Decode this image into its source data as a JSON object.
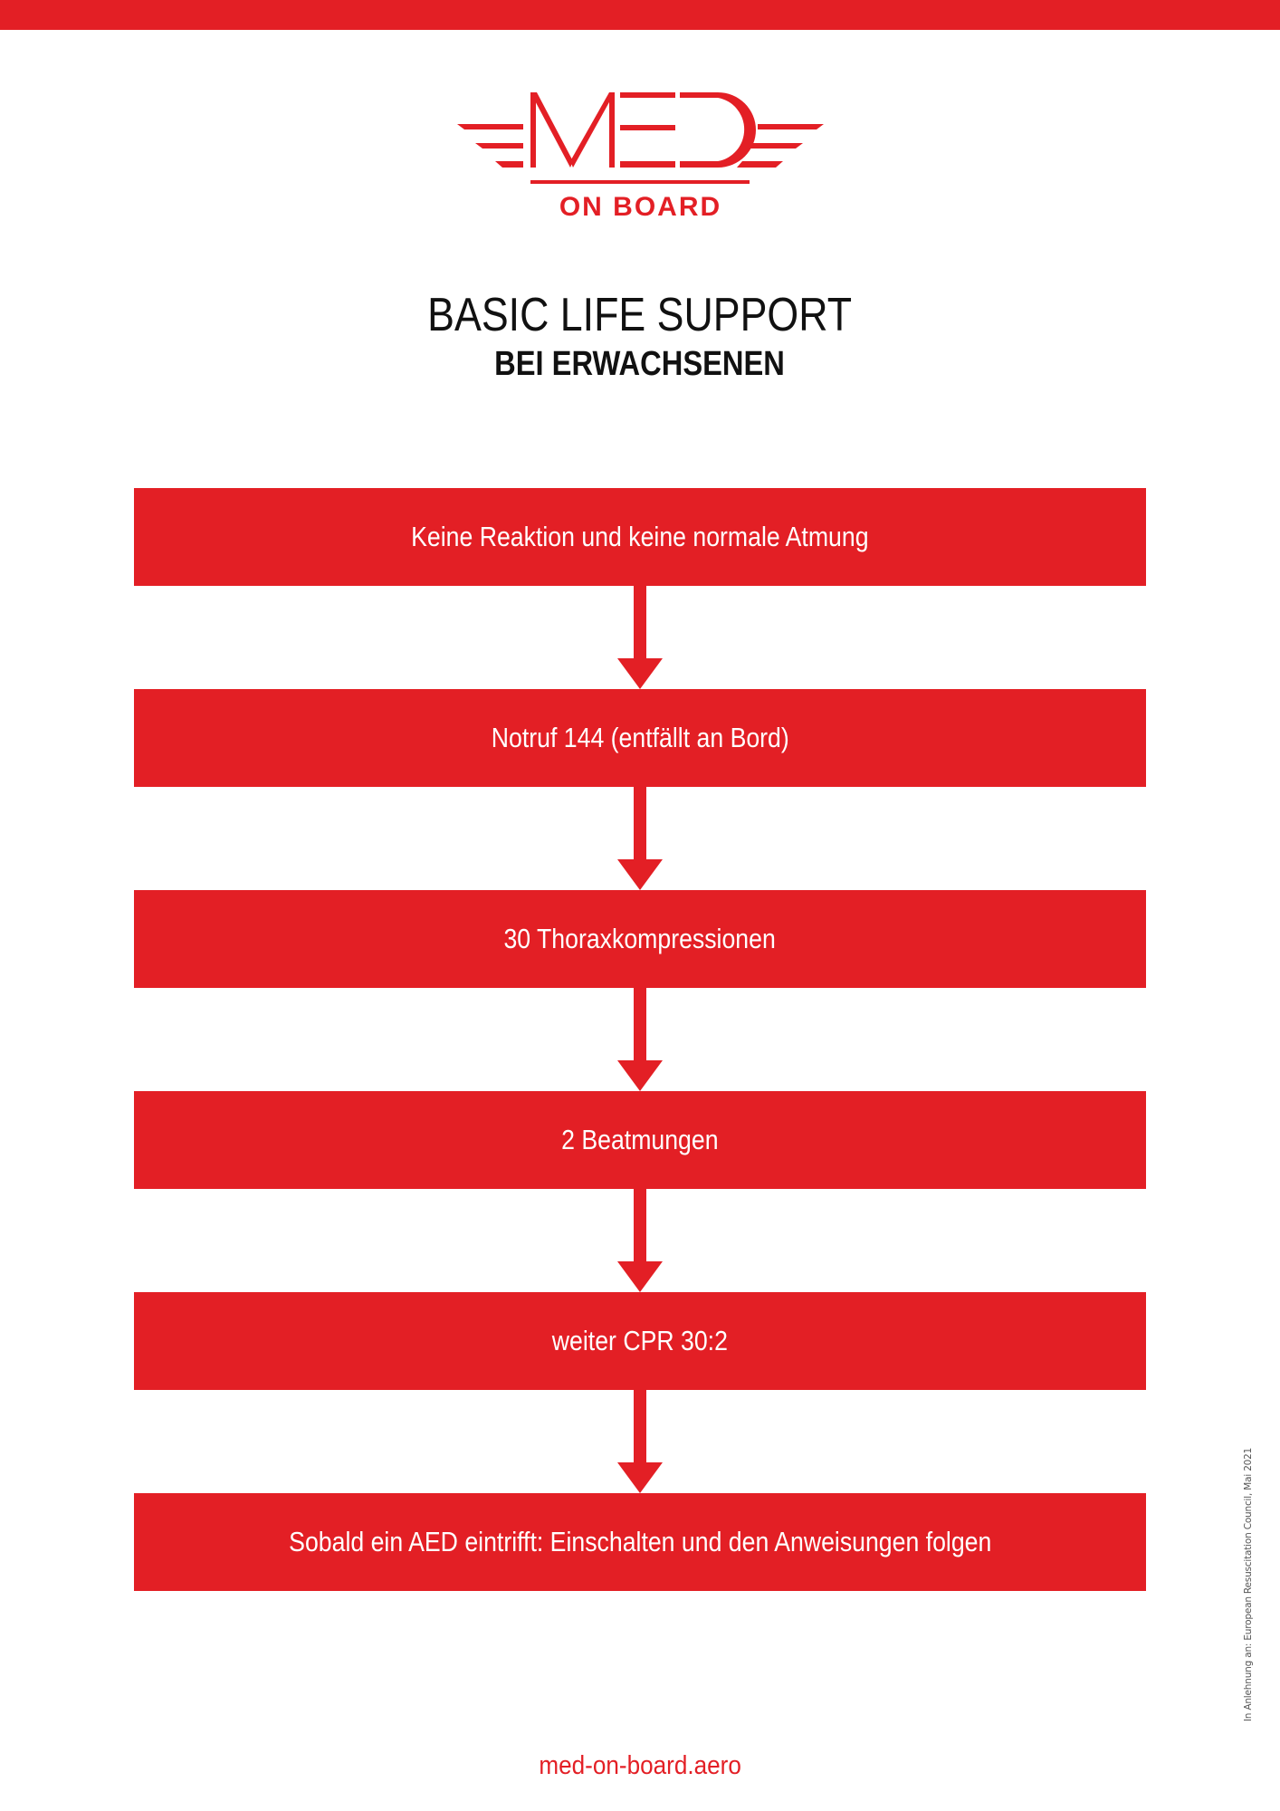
{
  "brand": {
    "logo_text": "MED",
    "logo_subtitle": "ON BOARD",
    "accent_color": "#E31F25"
  },
  "header": {
    "title": "BASIC LIFE SUPPORT",
    "subtitle": "BEI ERWACHSENEN"
  },
  "flowchart": {
    "steps": [
      {
        "label": "Keine Reaktion und keine normale Atmung"
      },
      {
        "label": "Notruf 144 (entfällt an Bord)"
      },
      {
        "label": "30 Thoraxkompressionen"
      },
      {
        "label": "2 Beatmungen"
      },
      {
        "label": "weiter CPR 30:2"
      },
      {
        "label": "Sobald ein AED eintrifft: Einschalten und den Anweisungen folgen"
      }
    ],
    "connector_icon": "arrow-down-icon"
  },
  "footer": {
    "website": "med-on-board.aero",
    "source_note": "In Anlehnung an: European Resuscitation Council, Mai 2021"
  }
}
